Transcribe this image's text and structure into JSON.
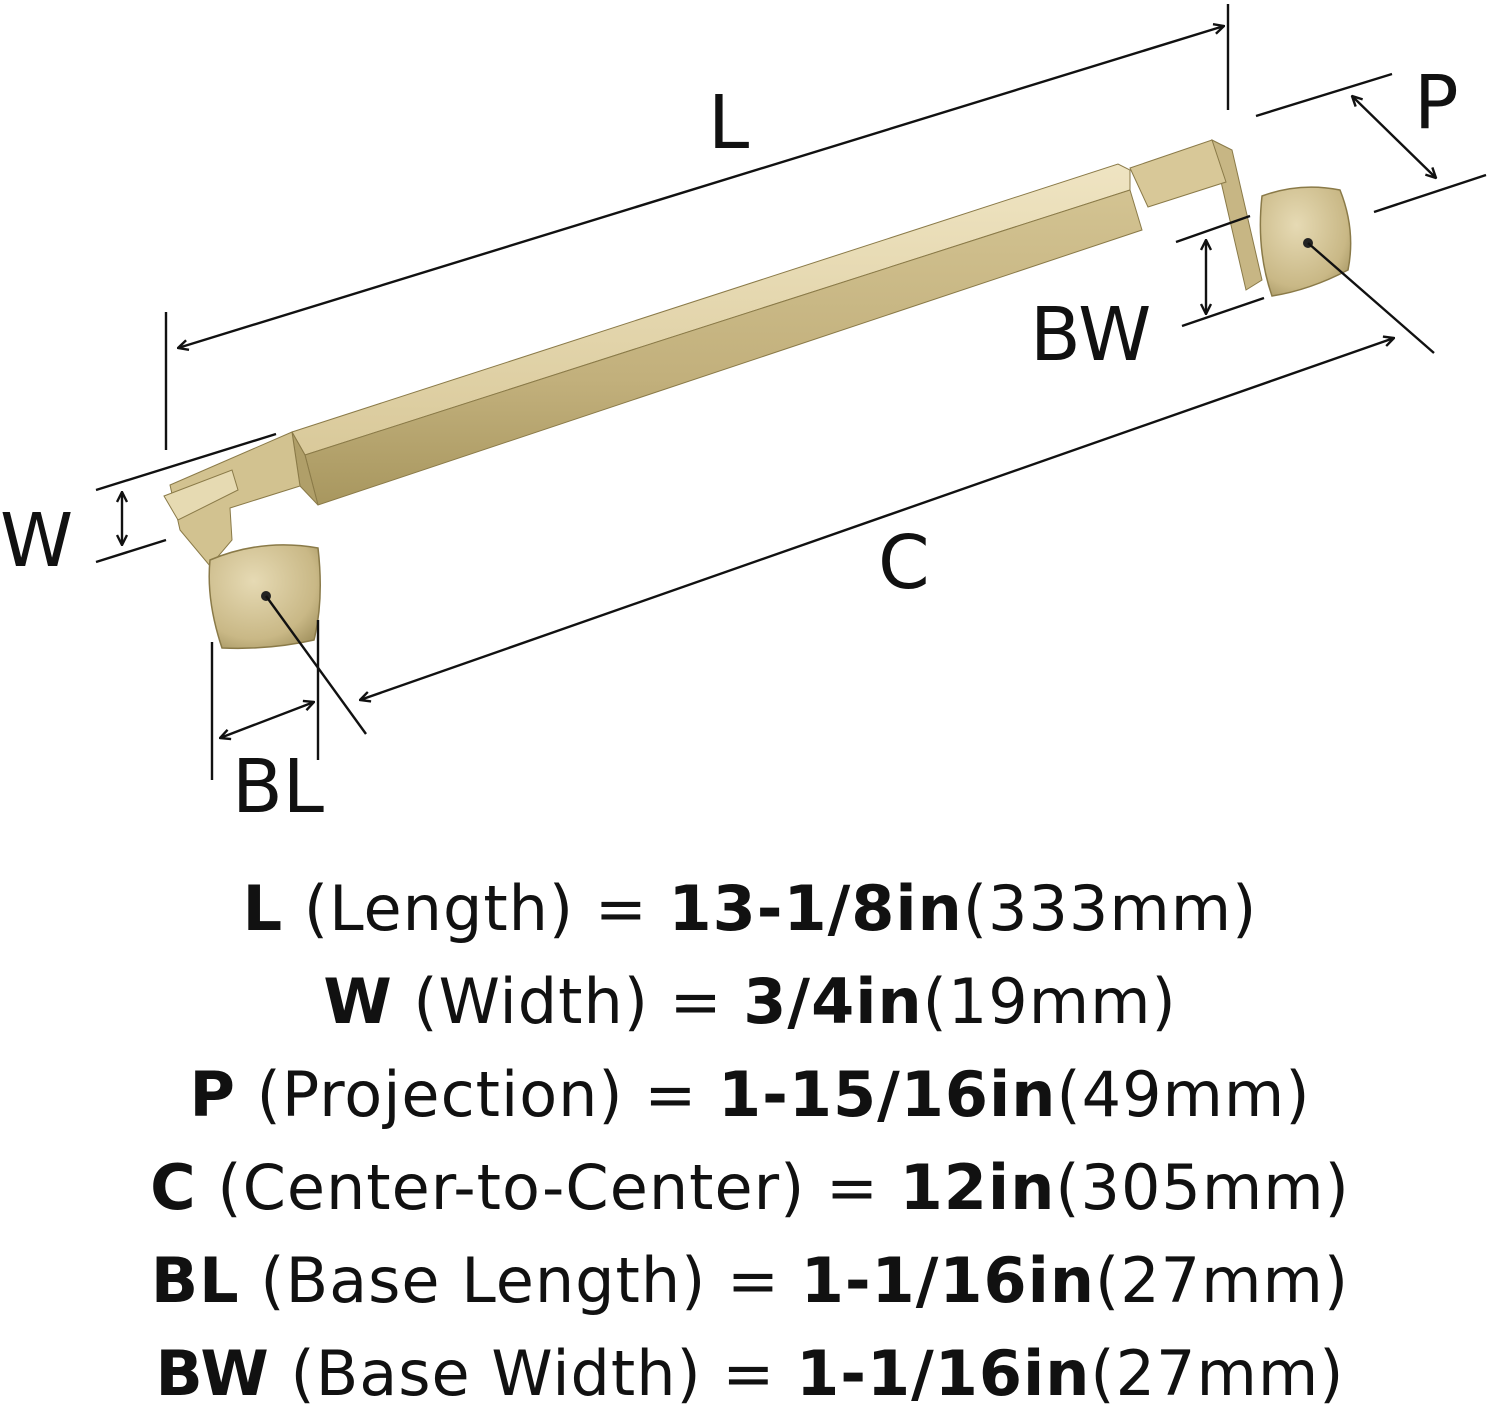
{
  "labels": {
    "length": "L",
    "width": "W",
    "projection": "P",
    "center": "C",
    "base_length": "BL",
    "base_width": "BW"
  },
  "specs": [
    {
      "code": "L",
      "name": "(Length) = ",
      "imperial": "13-1/8in",
      "metric": "(333mm)"
    },
    {
      "code": "W",
      "name": "(Width) = ",
      "imperial": "3/4in",
      "metric": "(19mm)"
    },
    {
      "code": "P",
      "name": "(Projection) = ",
      "imperial": "1-15/16in",
      "metric": "(49mm)"
    },
    {
      "code": "C",
      "name": "(Center-to-Center) = ",
      "imperial": "12in",
      "metric": "(305mm)"
    },
    {
      "code": "BL",
      "name": "(Base Length) = ",
      "imperial": "1-1/16in",
      "metric": "(27mm)"
    },
    {
      "code": "BW",
      "name": "(Base Width) = ",
      "imperial": "1-1/16in",
      "metric": "(27mm)"
    }
  ],
  "colors": {
    "handle_light": "#e3d6ad",
    "handle_mid": "#cdbd8d",
    "handle_dark": "#a2925f",
    "line": "#111111"
  }
}
